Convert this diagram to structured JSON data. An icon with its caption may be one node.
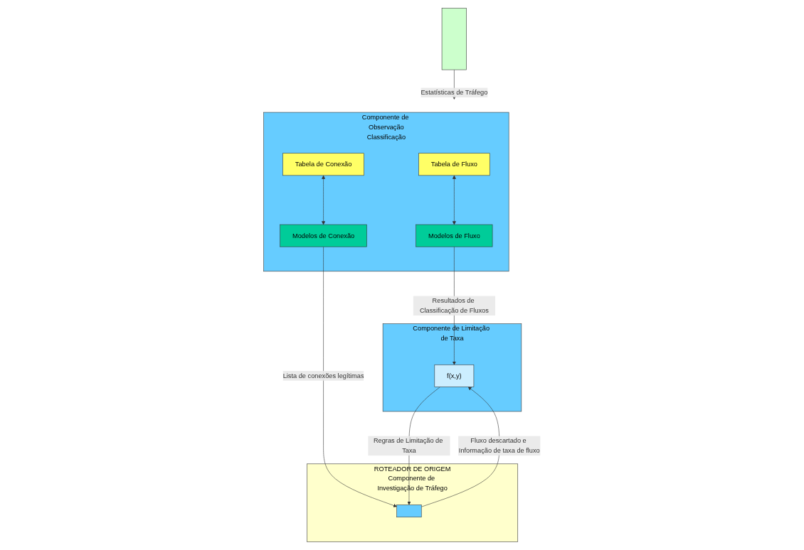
{
  "diagram": {
    "nodes": [
      {
        "text": [
          "Componente de Observação",
          "Classificação"
        ]
      },
      {
        "text": [
          "Tabela de Fluxo"
        ],
        "in": 0
      },
      {
        "text": [
          "Tabela de Conexão"
        ],
        "in": 0
      },
      {
        "text": [
          "Modelos de Fluxo"
        ],
        "in": 0
      },
      {
        "text": [
          "Modelos de Conexão"
        ],
        "in": 0
      },
      {
        "text": [
          "ROTEADOR DE ORIGEM",
          "Componente de Investigação de Tráfego"
        ]
      },
      {
        "text": [],
        "shape": "box",
        "in": 5
      },
      {
        "text": [
          "Componente de Limitação de Taxa"
        ]
      },
      {
        "text": [
          "f(x,y)"
        ],
        "in": 7
      },
      {
        "text": [],
        "shape": "bar"
      }
    ],
    "edges": [
      {
        "from": 9,
        "to": 0,
        "arrow": "to",
        "label": "Estatísticas de Tráfego"
      },
      {
        "from": 1,
        "to": 3,
        "arrow": "both"
      },
      {
        "from": 2,
        "to": 4,
        "arrow": "both"
      },
      {
        "from": 3,
        "to": 8,
        "arrow": "to",
        "label": "Resultados de Classificação de Fluxos"
      },
      {
        "from": 4,
        "to": 6,
        "arrow": "to",
        "label": "Lista de conexões legítimas"
      },
      {
        "from": 6,
        "to": 8,
        "arrow": "to",
        "label": "Fluxo descartado e Informação de taxa de fluxo"
      },
      {
        "from": 8,
        "to": 6,
        "arrow": "to",
        "label": "Regras de Limitação de Taxa"
      }
    ]
  }
}
